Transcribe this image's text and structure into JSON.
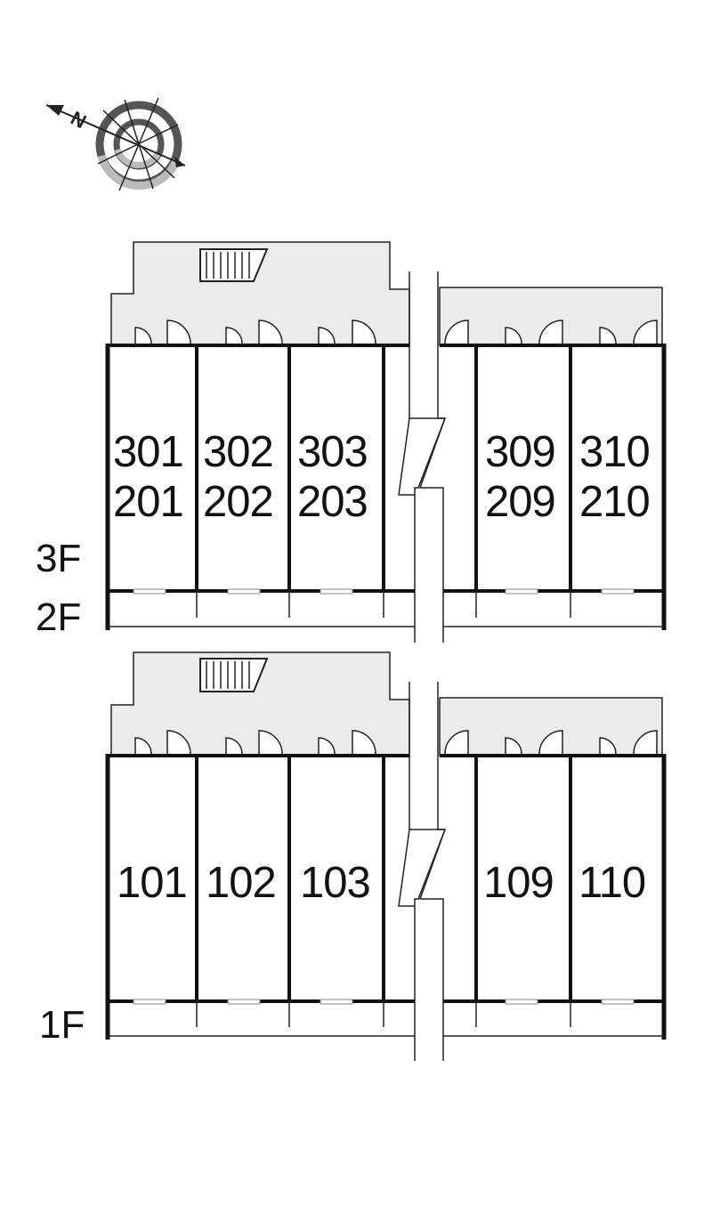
{
  "compass": {
    "north_label": "N",
    "icon": "compass-icon"
  },
  "floors": {
    "upper": [
      "3F",
      "2F"
    ],
    "ground": [
      "1F"
    ]
  },
  "units": {
    "upper": [
      {
        "top": "301",
        "bottom": "201"
      },
      {
        "top": "302",
        "bottom": "202"
      },
      {
        "top": "303",
        "bottom": "203"
      },
      {
        "top": "309",
        "bottom": "209"
      },
      {
        "top": "310",
        "bottom": "210"
      }
    ],
    "ground": [
      "101",
      "102",
      "103",
      "109",
      "110"
    ]
  },
  "colors": {
    "corridor_fill": "#ebebeb",
    "wall": "#111111",
    "compass_dark": "#555555",
    "compass_light": "#bbbbbb"
  }
}
